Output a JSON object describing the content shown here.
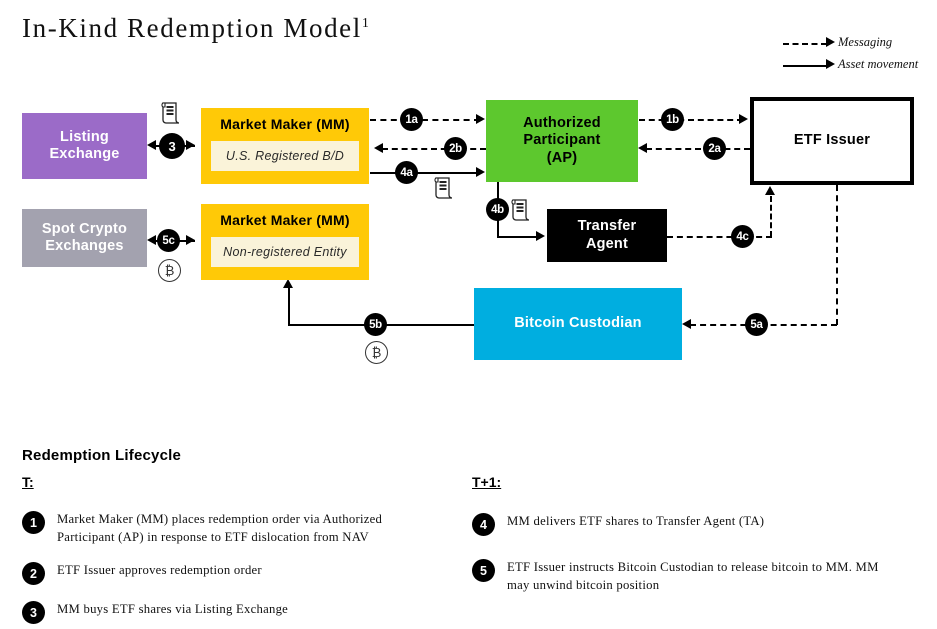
{
  "title": {
    "text": "In-Kind Redemption Model",
    "footnote": "1"
  },
  "legend": {
    "items": [
      {
        "style": "dashed",
        "label": "Messaging"
      },
      {
        "style": "solid",
        "label": "Asset movement"
      }
    ]
  },
  "nodes": {
    "listing_exchange": {
      "label": "Listing\nExchange",
      "color": "#9B6BC8"
    },
    "spot_crypto": {
      "label": "Spot Crypto\nExchanges",
      "color": "#A3A2AF"
    },
    "mm_registered": {
      "label": "Market Maker (MM)",
      "sub": "U.S. Registered  B/D",
      "color": "#FFC907"
    },
    "mm_nonregistered": {
      "label": "Market Maker (MM)",
      "sub": "Non-registered Entity",
      "color": "#FFC907"
    },
    "authorized_participant": {
      "label": "Authorized\nParticipant\n(AP)",
      "color": "#5DC82E"
    },
    "transfer_agent": {
      "label": "Transfer\nAgent",
      "color": "#000000"
    },
    "etf_issuer": {
      "label": "ETF Issuer",
      "color": "#FFFFFF"
    },
    "bitcoin_custodian": {
      "label": "Bitcoin Custodian",
      "color": "#00AEE0"
    }
  },
  "flow_steps": {
    "s1a": "1a",
    "s1b": "1b",
    "s2a": "2a",
    "s2b": "2b",
    "s3": "3",
    "s4a": "4a",
    "s4b": "4b",
    "s4c": "4c",
    "s5a": "5a",
    "s5b": "5b",
    "s5c": "5c"
  },
  "icons": {
    "bitcoin_glyph": "₿",
    "scroll_name": "document-scroll-icon"
  },
  "lifecycle": {
    "heading": "Redemption Lifecycle",
    "phase_t_label": "T:",
    "phase_t1_label": "T+1:",
    "t_items": [
      {
        "num": "1",
        "text": "Market Maker (MM) places redemption order via Authorized Participant (AP) in response to ETF dislocation from NAV"
      },
      {
        "num": "2",
        "text": "ETF Issuer approves redemption order"
      },
      {
        "num": "3",
        "text": "MM buys ETF shares via Listing Exchange"
      }
    ],
    "t1_items": [
      {
        "num": "4",
        "text": "MM delivers ETF shares to Transfer Agent (TA)"
      },
      {
        "num": "5",
        "text": "ETF Issuer instructs Bitcoin Custodian to release bitcoin to MM. MM may unwind bitcoin position"
      }
    ]
  }
}
